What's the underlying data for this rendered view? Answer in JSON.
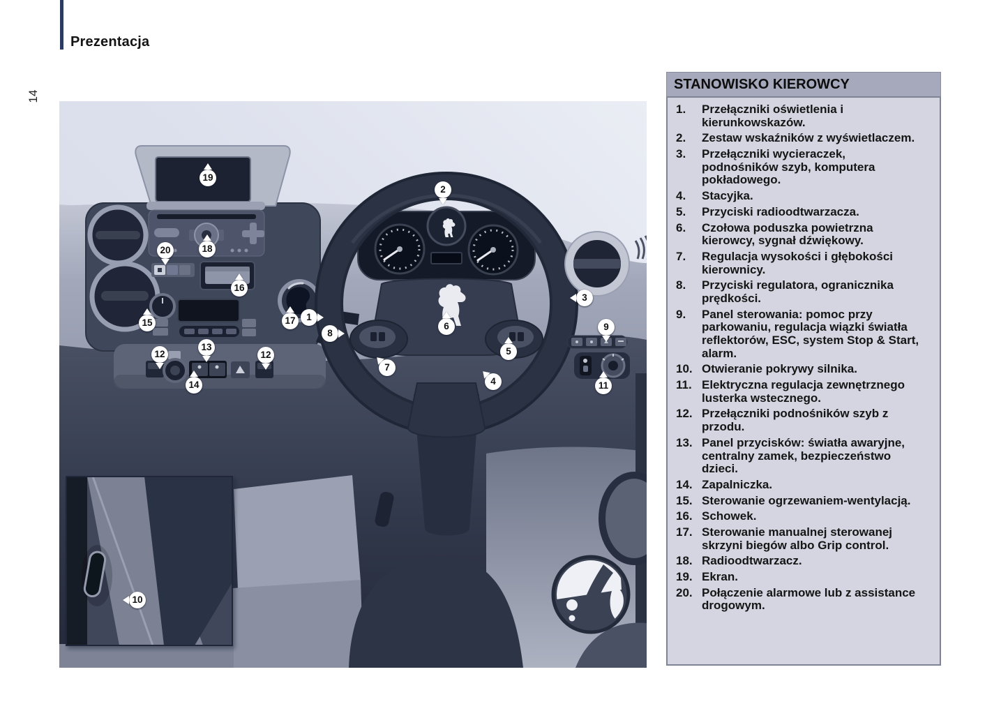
{
  "page": {
    "section_header": "Prezentacja",
    "page_number": "14"
  },
  "panel": {
    "title": "STANOWISKO KIEROWCY",
    "items": [
      {
        "num": "1.",
        "text": "Przełączniki oświetlenia i kierunkowskazów."
      },
      {
        "num": "2.",
        "text": "Zestaw wskaźników z wyświetlaczem."
      },
      {
        "num": "3.",
        "text": "Przełączniki wycieraczek, podnośników szyb, komputera pokładowego."
      },
      {
        "num": "4.",
        "text": "Stacyjka."
      },
      {
        "num": "5.",
        "text": "Przyciski radioodtwarzacza."
      },
      {
        "num": "6.",
        "text": "Czołowa poduszka powietrzna kierowcy, sygnał dźwiękowy."
      },
      {
        "num": "7.",
        "text": "Regulacja wysokości i głębokości kierownicy."
      },
      {
        "num": "8.",
        "text": "Przyciski regulatora, ogranicznika prędkości."
      },
      {
        "num": "9.",
        "text": "Panel sterowania: pomoc przy parkowaniu, regulacja wiązki światła reflektorów, ESC, system Stop & Start, alarm."
      },
      {
        "num": "10.",
        "text": "Otwieranie pokrywy silnika."
      },
      {
        "num": "11.",
        "text": "Elektryczna regulacja zewnętrznego lusterka wstecznego."
      },
      {
        "num": "12.",
        "text": "Przełączniki podnośników szyb z przodu."
      },
      {
        "num": "13.",
        "text": "Panel przycisków: światła awaryjne, centralny zamek, bezpieczeństwo dzieci."
      },
      {
        "num": "14.",
        "text": "Zapalniczka."
      },
      {
        "num": "15.",
        "text": "Sterowanie ogrzewaniem-wentylacją."
      },
      {
        "num": "16.",
        "text": "Schowek."
      },
      {
        "num": "17.",
        "text": "Sterowanie manualnej sterowanej skrzyni biegów albo Grip control."
      },
      {
        "num": "18.",
        "text": "Radioodtwarzacz."
      },
      {
        "num": "19.",
        "text": "Ekran."
      },
      {
        "num": "20.",
        "text": "Połączenie alarmowe lub z assistance drogowym."
      }
    ]
  },
  "illustration": {
    "callouts": {
      "c1": "1",
      "c2": "2",
      "c3": "3",
      "c4": "4",
      "c5": "5",
      "c6": "6",
      "c7": "7",
      "c8": "8",
      "c9": "9",
      "c10": "10",
      "c11": "11",
      "c12a": "12",
      "c12b": "12",
      "c13": "13",
      "c14": "14",
      "c15": "15",
      "c16": "16",
      "c17": "17",
      "c18": "18",
      "c19": "19",
      "c20": "20"
    }
  },
  "colors": {
    "accent_rule": "#2a3a60",
    "panel_header_bg": "#a6a8bb",
    "panel_body_bg": "#d4d5e1",
    "panel_border": "#7f8494",
    "illustration_bg": "#dadeeb"
  }
}
